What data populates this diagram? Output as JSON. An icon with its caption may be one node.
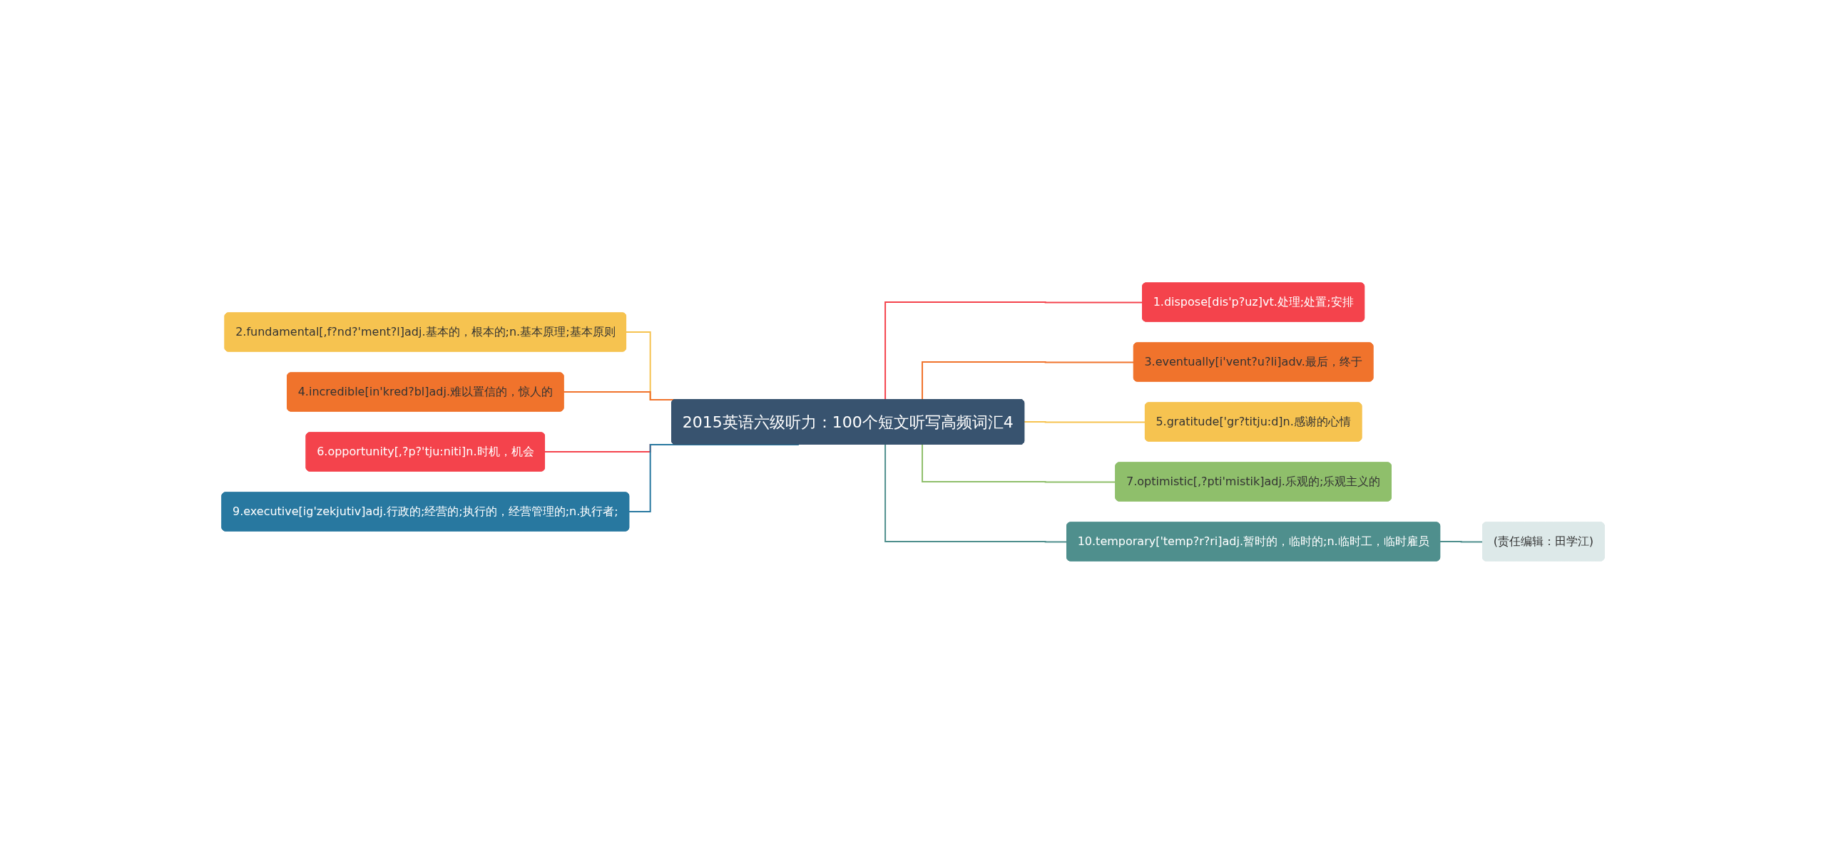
{
  "diagram": {
    "nodes": [
      {
        "text": [
          "2015英语六级听力：100个短文听写高频词汇4"
        ]
      },
      {
        "text": [
          "1.dispose[dis'p?uz]vt.处理;处置;安排"
        ]
      },
      {
        "text": [
          "2.fundamental[,f?nd?'ment?l]adj.基本的，根本的;n.基本原理;基本原则"
        ]
      },
      {
        "text": [
          "3.eventually[i'vent?u?li]adv.最后，终于"
        ]
      },
      {
        "text": [
          "4.incredible[in'kred?bl]adj.难以置信的，惊人的"
        ]
      },
      {
        "text": [
          "5.gratitude['gr?titju:d]n.感谢的心情"
        ]
      },
      {
        "text": [
          "6.opportunity[,?p?'tju:niti]n.时机，机会"
        ]
      },
      {
        "text": [
          "7.optimistic[,?pti'mistik]adj.乐观的;乐观主义的"
        ]
      },
      {
        "text": [
          "9.executive[ig'zekjutiv]adj.行政的;经营的;执行的，经营管理的;n.执行者;"
        ]
      },
      {
        "text": [
          "10.temporary['temp?r?ri]adj.暂时的，临时的;n.临时工，临时雇员"
        ]
      },
      {
        "text": [
          "(责任编辑：田学江)"
        ]
      }
    ],
    "edges": [
      {
        "from": 0,
        "to": 1,
        "arrow": "none",
        "color": "#f4434c"
      },
      {
        "from": 0,
        "to": 2,
        "arrow": "none",
        "color": "#f6c350"
      },
      {
        "from": 0,
        "to": 3,
        "arrow": "none",
        "color": "#f0732c"
      },
      {
        "from": 0,
        "to": 4,
        "arrow": "none",
        "color": "#f0732c"
      },
      {
        "from": 0,
        "to": 5,
        "arrow": "none",
        "color": "#f6c350"
      },
      {
        "from": 0,
        "to": 6,
        "arrow": "none",
        "color": "#f4434c"
      },
      {
        "from": 0,
        "to": 7,
        "arrow": "none",
        "color": "#8fbf6b"
      },
      {
        "from": 0,
        "to": 8,
        "arrow": "none",
        "color": "#2878a0"
      },
      {
        "from": 0,
        "to": 9,
        "arrow": "none",
        "color": "#4f8f8d"
      },
      {
        "from": 9,
        "to": 10,
        "arrow": "none",
        "color": "#4f8f8d"
      }
    ]
  }
}
